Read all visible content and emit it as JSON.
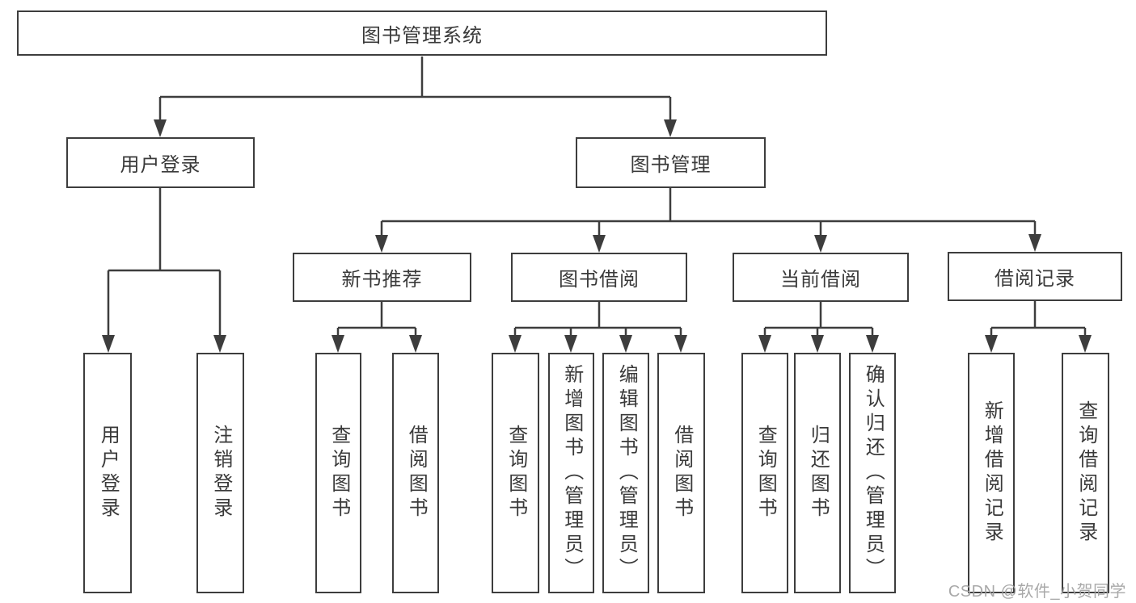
{
  "tree": {
    "root": {
      "label": "图书管理系统",
      "children": [
        {
          "label": "用户登录",
          "children": [
            {
              "label": "用户登录"
            },
            {
              "label": "注销登录"
            }
          ]
        },
        {
          "label": "图书管理",
          "children": [
            {
              "label": "新书推荐",
              "children": [
                {
                  "label": "查询图书"
                },
                {
                  "label": "借阅图书"
                }
              ]
            },
            {
              "label": "图书借阅",
              "children": [
                {
                  "label": "查询图书"
                },
                {
                  "label": "新增图书（管理员）"
                },
                {
                  "label": "编辑图书（管理员）"
                },
                {
                  "label": "借阅图书"
                }
              ]
            },
            {
              "label": "当前借阅",
              "children": [
                {
                  "label": "查询图书"
                },
                {
                  "label": "归还图书"
                },
                {
                  "label": "确认归还（管理员）"
                }
              ]
            },
            {
              "label": "借阅记录",
              "children": [
                {
                  "label": "新增借阅记录"
                },
                {
                  "label": "查询借阅记录"
                }
              ]
            }
          ]
        }
      ]
    }
  },
  "watermark": {
    "text": "CSDN @软件_小贺同学"
  },
  "colors": {
    "line": "#3d3d3d",
    "text": "#3a3a3a",
    "background": "#ffffff",
    "watermark": "#a0a0a0"
  }
}
